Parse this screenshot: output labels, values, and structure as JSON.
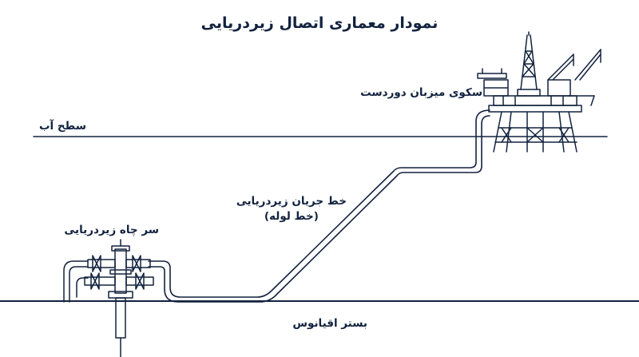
{
  "diagram": {
    "title": "نمودار معماری اتصال زیردریایی",
    "labels": {
      "host_platform": "سکوی میزبان دوردست",
      "water_surface": "سطح آب",
      "flowline_line1": "خط جریان زیردریایی",
      "flowline_line2": "(خط لوله)",
      "subsea_tree": "سر چاه زیردریایی",
      "seabed": "بستر اقیانوس"
    },
    "colors": {
      "ink": "#12223f",
      "background": "#ffffff"
    },
    "icons": {
      "platform": "offshore-platform-icon",
      "tree": "subsea-christmas-tree-icon",
      "pipe": "flowline-pipe"
    }
  }
}
